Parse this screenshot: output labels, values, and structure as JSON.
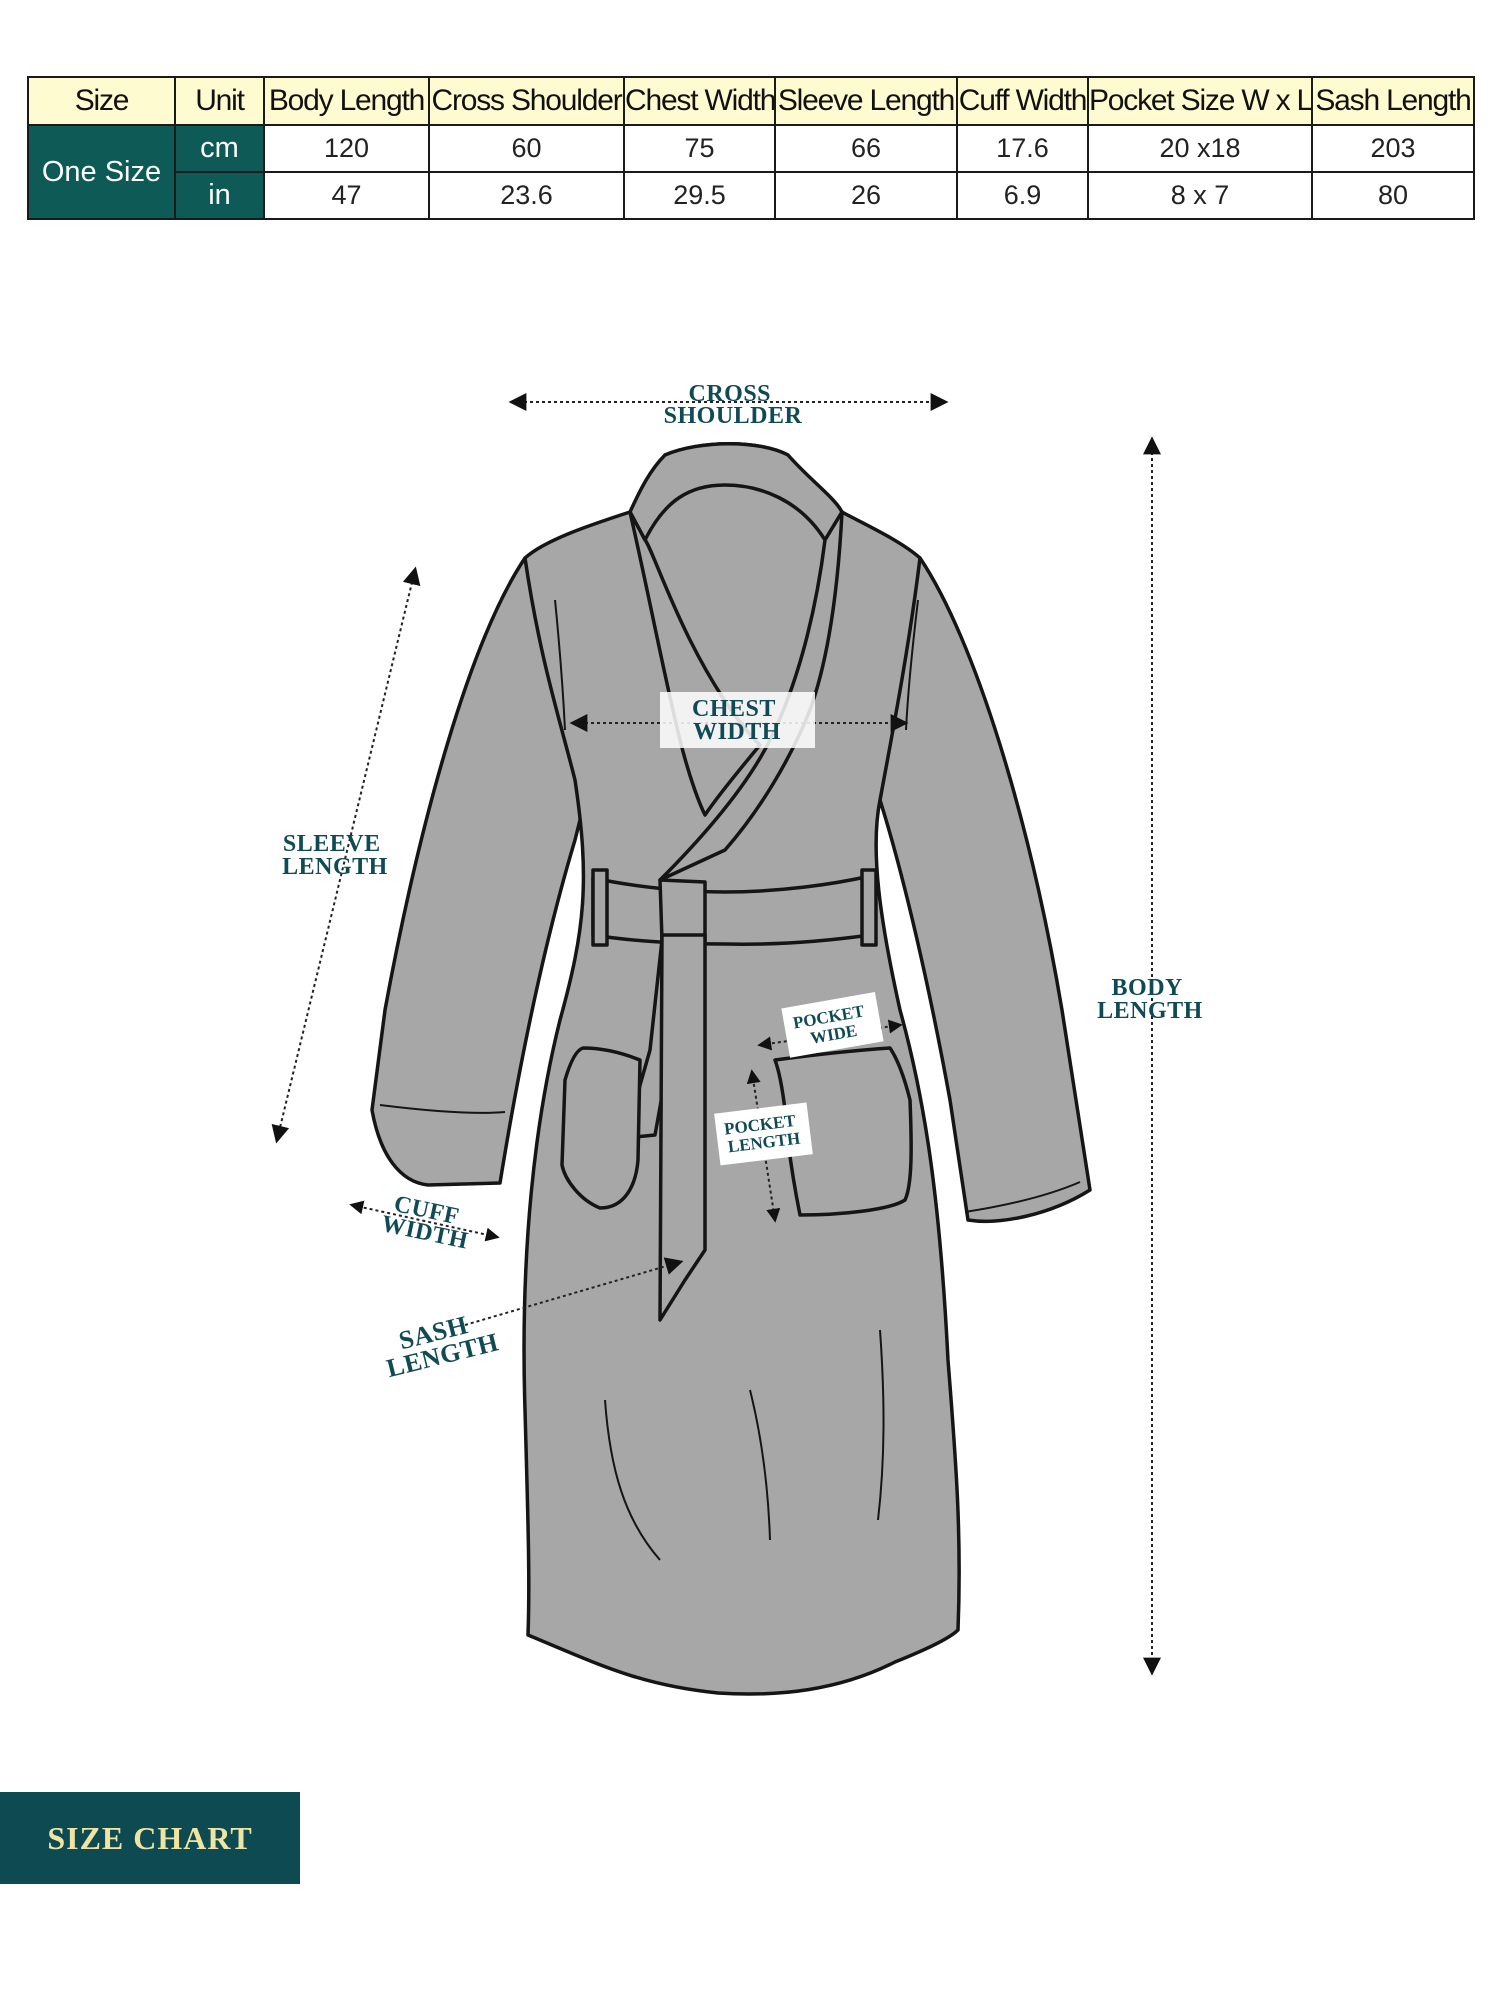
{
  "table": {
    "headers": [
      "Size",
      "Unit",
      "Body Length",
      "Cross Shoulder",
      "Chest Width",
      "Sleeve Length",
      "Cuff Width",
      "Pocket Size W x L",
      "Sash Length"
    ],
    "size_label": "One Size",
    "rows": [
      {
        "unit": "cm",
        "values": [
          "120",
          "60",
          "75",
          "66",
          "17.6",
          "20 x18",
          "203"
        ]
      },
      {
        "unit": "in",
        "values": [
          "47",
          "23.6",
          "29.5",
          "26",
          "6.9",
          "8 x 7",
          "80"
        ]
      }
    ]
  },
  "diagram": {
    "cross_shoulder": [
      "CROSS",
      "SHOULDER"
    ],
    "chest_width": [
      "CHEST",
      "WIDTH"
    ],
    "sleeve_length": [
      "SLEEVE",
      "LENGTH"
    ],
    "body_length": [
      "BODY",
      "LENGTH"
    ],
    "pocket_wide": [
      "POCKET",
      "WIDE"
    ],
    "pocket_length": [
      "POCKET",
      "LENGTH"
    ],
    "cuff_width": [
      "CUFF",
      "WIDTH"
    ],
    "sash_length": [
      "SASH",
      "LENGTH"
    ]
  },
  "banner": "SIZE CHART",
  "colors": {
    "header_bg": "#fffbd0",
    "teal": "#0d5a56",
    "label": "#0f4a55",
    "robe_fill": "#a7a7a7",
    "banner_bg": "#0d4a52",
    "banner_text": "#f0e4a2"
  }
}
